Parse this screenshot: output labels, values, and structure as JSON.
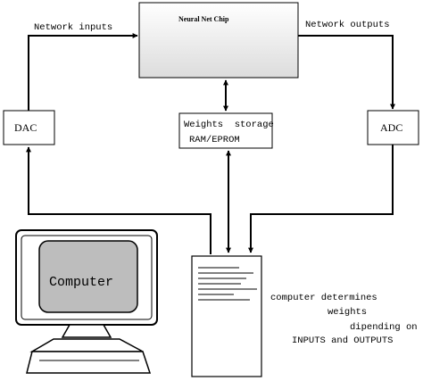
{
  "chip": {
    "label": "Neural Net Chip"
  },
  "dac": {
    "label": "DAC"
  },
  "adc": {
    "label": "ADC"
  },
  "weights": {
    "line1": "Weights  storage",
    "line2": "RAM/EPROM"
  },
  "edges": {
    "network_inputs": "Network inputs",
    "network_outputs": "Network outputs"
  },
  "computer": {
    "screen_label": "Computer"
  },
  "note": {
    "line1": "computer determines",
    "line2": "weights",
    "line3": "dipending on",
    "line4": "INPUTS and OUTPUTS"
  }
}
